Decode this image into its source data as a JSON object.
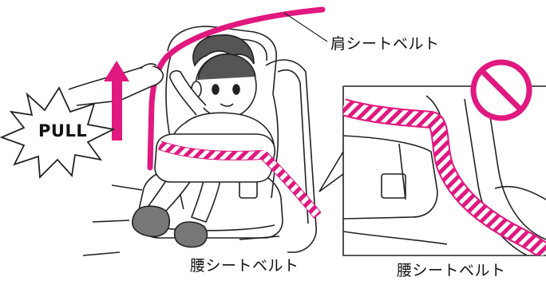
{
  "labels": {
    "shoulder_belt": "肩シートベルト",
    "lap_belt_left": "腰シートベルト",
    "lap_belt_right": "腰シートベルト",
    "pull": "PULL"
  },
  "icons": {
    "prohibited": "prohibited-icon",
    "pull_arrow": "arrow-up-icon",
    "burst": "starburst-icon"
  },
  "colors": {
    "belt": "#e0187f",
    "line": "#222222",
    "background": "#ffffff"
  }
}
